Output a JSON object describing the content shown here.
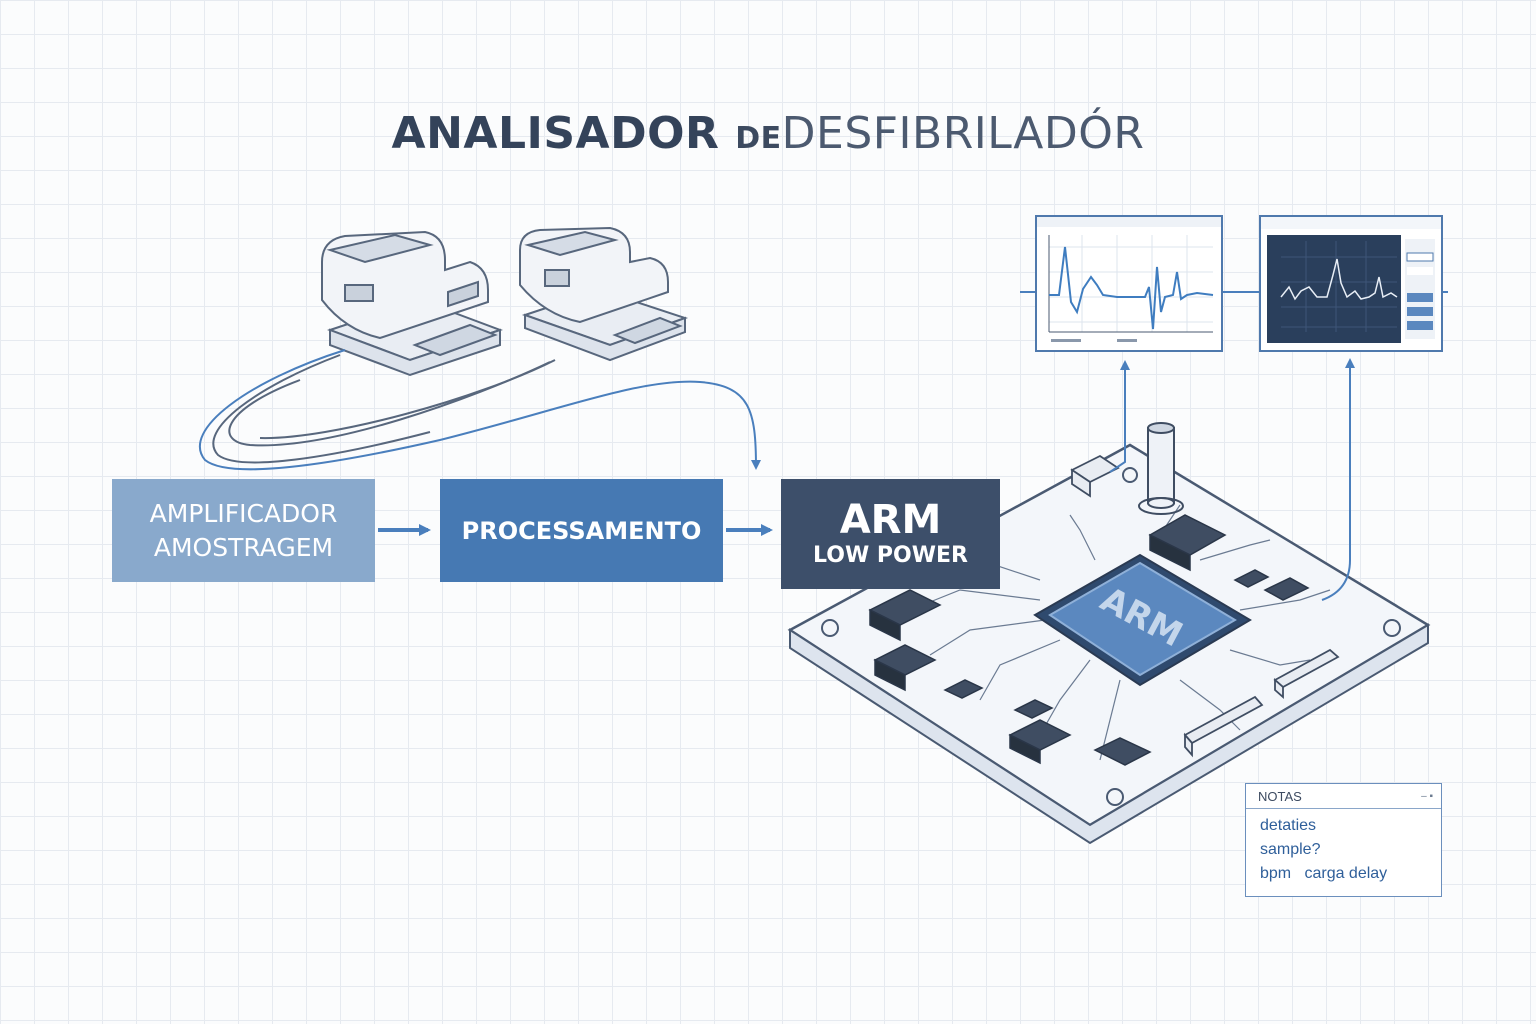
{
  "title": {
    "part1": "ANALISADOR",
    "part2": "DE",
    "part3": "DESFIBRILADÓR"
  },
  "blocks": {
    "amplificador": {
      "line1": "AMPLIFICADOR",
      "line2": "AMOSTRAGEM"
    },
    "processamento": {
      "label": "PROCESSAMENTO"
    },
    "arm": {
      "line1": "ARM",
      "line2": "LOW POWER"
    }
  },
  "chip_label": "ARM",
  "notes": {
    "title": "NOTAS",
    "lines": [
      "detaties",
      "sample?",
      "bpm   carga delay"
    ]
  },
  "colors": {
    "title": "#3c4a60",
    "amplificador": "#89a9cc",
    "processamento": "#4679b3",
    "arm": "#3d4f6a",
    "arrow": "#4a7fbd",
    "chip": "#5b88bf",
    "screen_dark": "#2a3f5c"
  }
}
